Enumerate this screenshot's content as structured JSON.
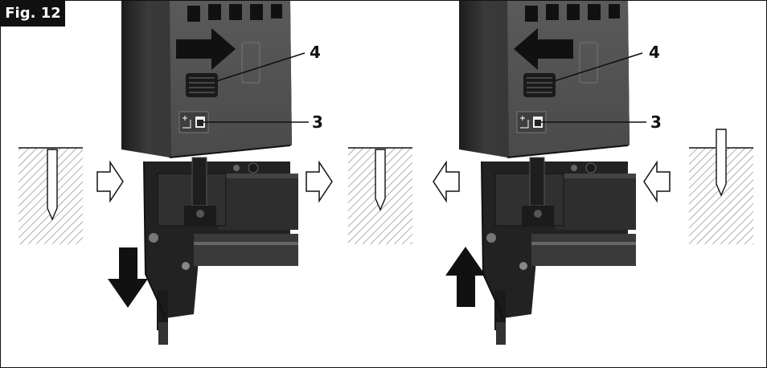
{
  "figure": {
    "label": "Fig. 12"
  },
  "callouts": {
    "depth_wheel": "4",
    "mode_switch": "3"
  },
  "panels": [
    {
      "name": "left",
      "slide_arrow_direction": "right",
      "stroke_direction": "down"
    },
    {
      "name": "right",
      "slide_arrow_direction": "left",
      "stroke_direction": "up"
    }
  ],
  "colors": {
    "ink": "#111111",
    "hatch": "#7a7a7a",
    "tool_dark": "#262626",
    "tool_mid": "#4a4a4a",
    "tool_light": "#6e6e6e"
  }
}
